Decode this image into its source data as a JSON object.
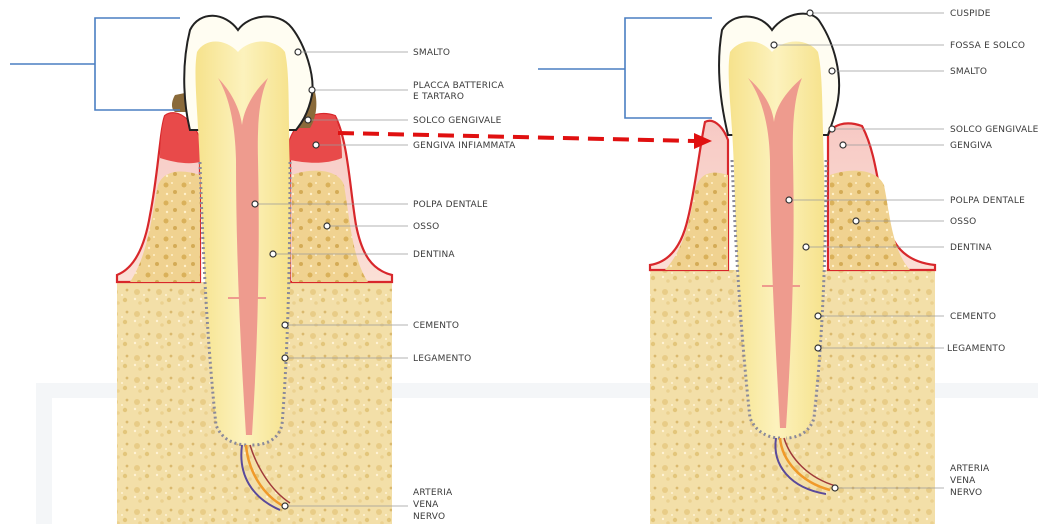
{
  "diagram": {
    "colors": {
      "enamel": "#fffbea",
      "dentin": "#f8e79a",
      "pulp": "#ee9b8e",
      "gum_inflamed": "#e84a4a",
      "gum_healthy": "#f7c4c0",
      "bone": "#f0d9a0",
      "ligament": "#8a8a9a",
      "tartar": "#8a6a3a",
      "arrow": "#e01010",
      "bracket": "#4a7fc2"
    },
    "left_tooth": {
      "labels": [
        {
          "key": "smalto",
          "text": "SMALTO"
        },
        {
          "key": "placca1",
          "text": "PLACCA BATTERICA"
        },
        {
          "key": "placca2",
          "text": "E TARTARO"
        },
        {
          "key": "solco",
          "text": "SOLCO GENGIVALE"
        },
        {
          "key": "gengiva",
          "text": "GENGIVA INFIAMMATA"
        },
        {
          "key": "polpa",
          "text": "POLPA DENTALE"
        },
        {
          "key": "osso",
          "text": "OSSO"
        },
        {
          "key": "dentina",
          "text": "DENTINA"
        },
        {
          "key": "cemento",
          "text": "CEMENTO"
        },
        {
          "key": "legamento",
          "text": "LEGAMENTO"
        },
        {
          "key": "arteria",
          "text": "ARTERIA"
        },
        {
          "key": "vena",
          "text": "VENA"
        },
        {
          "key": "nervo",
          "text": "NERVO"
        }
      ]
    },
    "right_tooth": {
      "labels": [
        {
          "key": "cuspide",
          "text": "CUSPIDE"
        },
        {
          "key": "fossa",
          "text": "FOSSA E SOLCO"
        },
        {
          "key": "smalto",
          "text": "SMALTO"
        },
        {
          "key": "solco",
          "text": "SOLCO GENGIVALE"
        },
        {
          "key": "gengiva",
          "text": "GENGIVA"
        },
        {
          "key": "polpa",
          "text": "POLPA DENTALE"
        },
        {
          "key": "osso",
          "text": "OSSO"
        },
        {
          "key": "dentina",
          "text": "DENTINA"
        },
        {
          "key": "cemento",
          "text": "CEMENTO"
        },
        {
          "key": "legamento",
          "text": "LEGAMENTO"
        },
        {
          "key": "arteria",
          "text": "ARTERIA"
        },
        {
          "key": "vena",
          "text": "VENA"
        },
        {
          "key": "nervo",
          "text": "NERVO"
        }
      ]
    }
  }
}
